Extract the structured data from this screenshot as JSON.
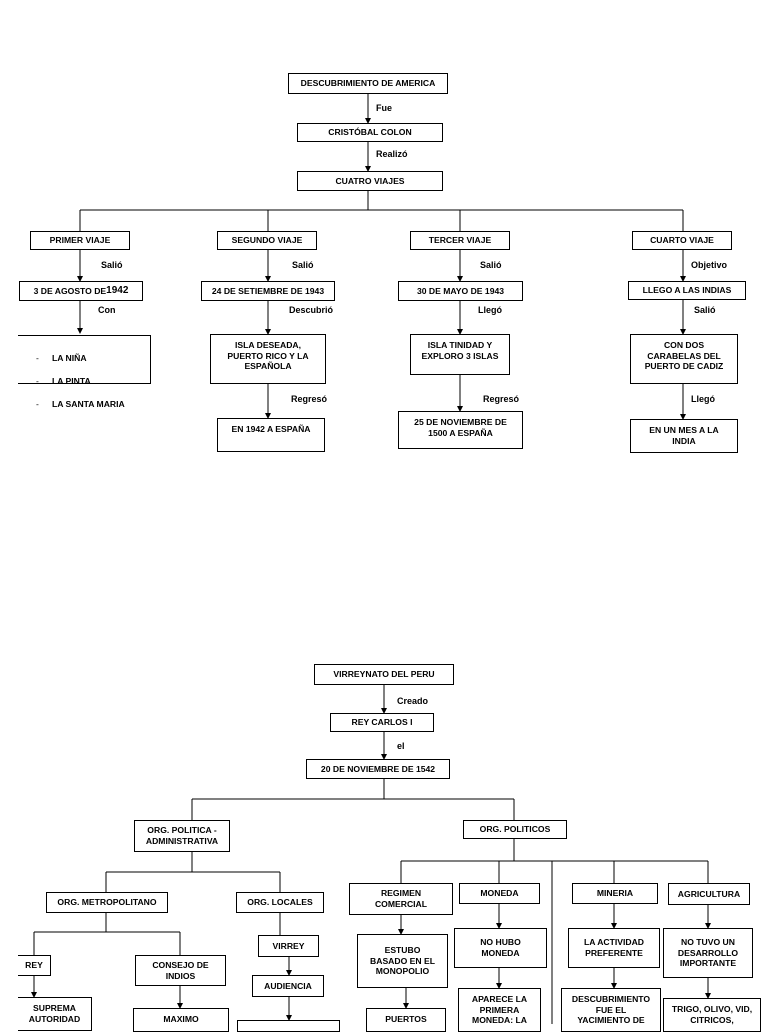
{
  "diagram1": {
    "root": "DESCUBRIMIENTO DE AMERICA",
    "link_fue": "Fue",
    "person": "CRISTÓBAL COLON",
    "link_realizo": "Realizó",
    "voyages_total": "CUATRO VIAJES",
    "viaje1": {
      "title": "PRIMER VIAJE",
      "link_salio": "Salió",
      "date_prefix": "3 DE AGOSTO DE ",
      "date_year": "1942",
      "link_con": "Con",
      "ships": [
        "LA NIÑA",
        "LA PINTA",
        "LA SANTA MARIA"
      ]
    },
    "viaje2": {
      "title": "SEGUNDO VIAJE",
      "link_salio": "Salió",
      "date": "24 DE SETIEMBRE DE 1943",
      "link_descubrio": "Descubrió",
      "discovery": "ISLA DESEADA,\nPUERTO RICO Y LA\nESPAÑOLA",
      "link_regreso": "Regresó",
      "return": "EN 1942 A ESPAÑA"
    },
    "viaje3": {
      "title": "TERCER VIAJE",
      "link_salio": "Salió",
      "date": "30 DE MAYO DE 1943",
      "link_llego": "Llegó",
      "arrival": "ISLA TINIDAD Y\nEXPLORO 3 ISLAS",
      "link_regreso": "Regresó",
      "return": "25 DE NOVIEMBRE DE\n1500 A ESPAÑA"
    },
    "viaje4": {
      "title": "CUARTO VIAJE",
      "link_objetivo": "Objetivo",
      "goal": "LLEGO A LAS INDIAS",
      "link_salio": "Salió",
      "departure": "CON DOS\nCARABELAS DEL\nPUERTO DE CADIZ",
      "link_llego": "Llegó",
      "arrival": "EN UN MES A LA\nINDIA"
    }
  },
  "diagram2": {
    "root": "VIRREYNATO DEL PERU",
    "link_creado": "Creado",
    "creator": "REY CARLOS I",
    "link_el": "el",
    "date": "20 DE NOVIEMBRE DE 1542",
    "org_admin": "ORG. POLITICA -\nADMINISTRATIVA",
    "org_politicos": "ORG. POLITICOS",
    "org_metropolitano": "ORG. METROPOLITANO",
    "org_locales": "ORG. LOCALES",
    "rey": "REY",
    "suprema": "SUPREMA\nAUTORIDAD",
    "consejo": "CONSEJO DE\nINDIOS",
    "maximo": "MAXIMO",
    "virrey": "VIRREY",
    "audiencia": "AUDIENCIA",
    "regimen": "REGIMEN\nCOMERCIAL",
    "estubo": "ESTUBO\nBASADO EN EL\nMONOPOLIO",
    "puertos": "PUERTOS",
    "moneda": "MONEDA",
    "no_hubo": "NO HUBO\nMONEDA",
    "aparece": "APARECE LA\nPRIMERA\nMONEDA: LA",
    "mineria": "MINERIA",
    "actividad": "LA ACTIVIDAD\nPREFERENTE",
    "descubrimiento": "DESCUBRIMIENTO\nFUE EL\nYACIMIENTO DE",
    "agricultura": "AGRICULTURA",
    "no_tuvo": "NO TUVO UN\nDESARROLLO\nIMPORTANTE",
    "trigo": "TRIGO, OLIVO, VID,\nCITRICOS,"
  }
}
